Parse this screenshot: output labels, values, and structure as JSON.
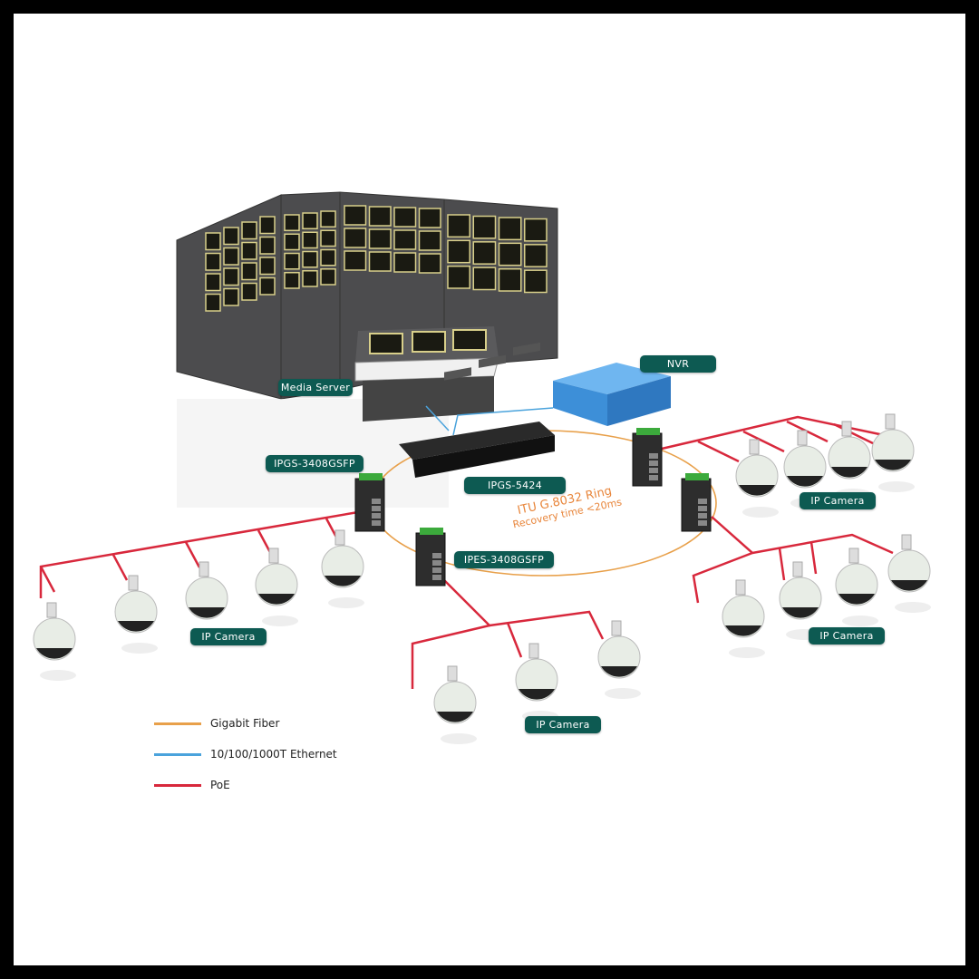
{
  "labels": {
    "media_server": "Media Server",
    "nvr": "NVR",
    "core_switch": "IPGS-5424",
    "switch_left": "IPGS-3408GSFP",
    "switch_bottom": "IPES-3408GSFP",
    "camera_left": "IP Camera",
    "camera_bottom": "IP Camera",
    "camera_upper_right": "IP Camera",
    "camera_lower_right": "IP Camera"
  },
  "ring": {
    "title": "ITU G.8032 Ring",
    "subtitle": "Recovery time <20ms"
  },
  "legend": [
    {
      "label": "Gigabit Fiber",
      "color": "#e8a04a"
    },
    {
      "label": "10/100/1000T Ethernet",
      "color": "#4aa3dc"
    },
    {
      "label": "PoE",
      "color": "#d8283c"
    }
  ],
  "colors": {
    "tag_bg": "#0d5a52",
    "poe": "#d8283c",
    "fiber": "#e8a04a",
    "ethernet": "#4aa3dc",
    "nvr": "#3d8fd8"
  }
}
